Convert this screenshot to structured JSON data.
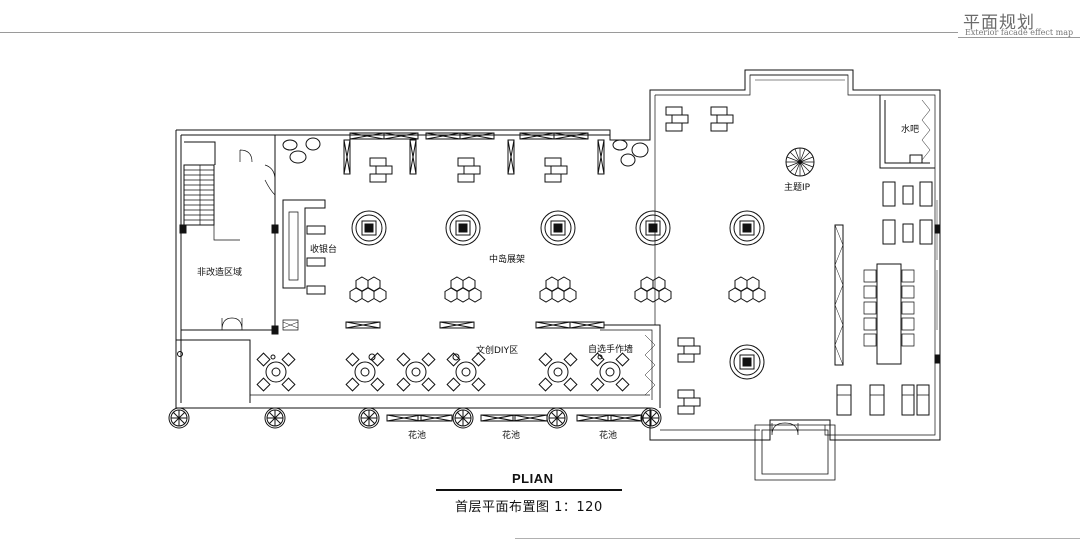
{
  "header": {
    "title": "平面规划",
    "subtitle": "Exterior facade effect map"
  },
  "plan": {
    "labels": {
      "non_renovation": "非改造区域",
      "cashier": "收银台",
      "island_shelf": "中岛展架",
      "diy_zone": "文创DIY区",
      "handmade_wall": "自选手作墙",
      "water_bar": "水吧",
      "theme_ip": "主题IP",
      "planter_1": "花池",
      "planter_2": "花池",
      "planter_3": "花池"
    }
  },
  "footer": {
    "plian": "PLIAN",
    "caption": "首层平面布置图  1：120"
  }
}
